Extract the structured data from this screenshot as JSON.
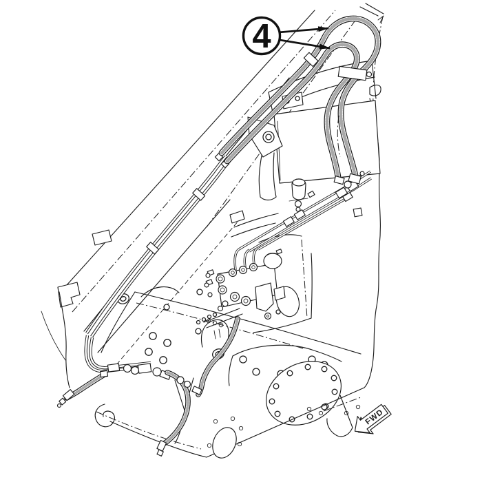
{
  "figure": {
    "background_color": "#ffffff",
    "line_color": "#1c1c1c",
    "hose_stipple_color": "#a8a8a8",
    "description": "Skid steer loader auxiliary hydraulic hose routing parts diagram"
  },
  "callout": {
    "label": "4"
  },
  "fwd_marker": {
    "label": "FWD"
  }
}
